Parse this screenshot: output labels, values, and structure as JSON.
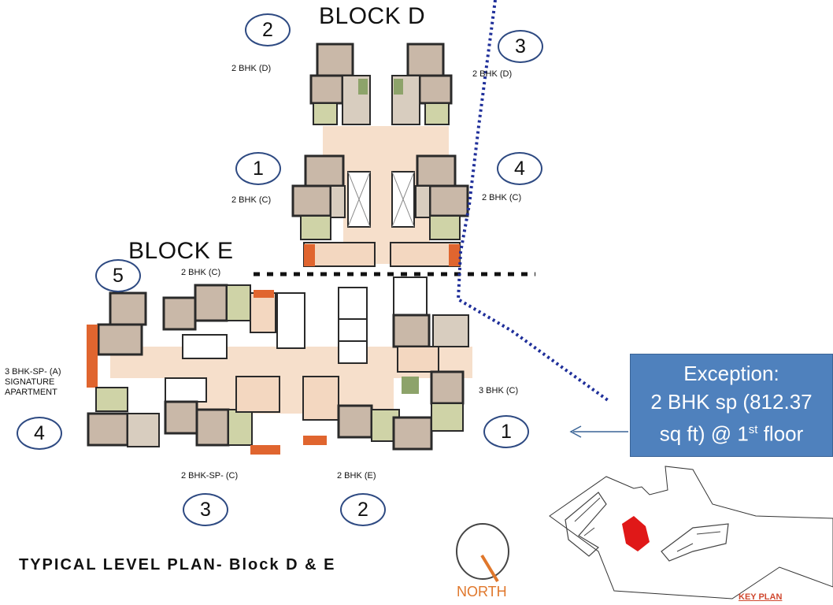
{
  "blocks": {
    "d_title": "BLOCK D",
    "e_title": "BLOCK E"
  },
  "unit_labels": {
    "d_top_left": "2 BHK (D)",
    "d_top_right": "2 BHK (D)",
    "d_mid_left": "2 BHK (C)",
    "d_mid_right": "2 BHK (C)",
    "e_top": "2 BHK (C)",
    "e_right": "3 BHK (C)",
    "e_left": "3 BHK-SP- (A) SIGNATURE APARTMENT",
    "e_bottom_left": "2 BHK-SP- (C)",
    "e_bottom_right": "2 BHK (E)"
  },
  "unit_numbers": {
    "d_top_left": "2",
    "d_top_right": "3",
    "d_mid_left": "1",
    "d_mid_right": "4",
    "e_top": "5",
    "e_left": "4",
    "e_right": "1",
    "e_bottom_left": "3",
    "e_bottom_right": "2"
  },
  "plan_title": "TYPICAL LEVEL PLAN- Block D & E",
  "callout": {
    "line1": "Exception:",
    "line2": "2 BHK sp (812.37",
    "line3": "sq ft) @ 1",
    "line3_sup": "st",
    "line3_end": " floor"
  },
  "north_label": "NORTH",
  "key_plan_label": "KEY PLAN",
  "colors": {
    "room_fill": "#c9b8a8",
    "corridor_fill": "#f6dfcb",
    "wall": "#2a2a2a",
    "accent_orange": "#e0652f",
    "toilet_green": "#8da36a",
    "circle_stroke": "#2e4a82",
    "callout_fill": "#4f81bd",
    "dotted_blue": "#1f2f9a",
    "key_red": "#e01818"
  }
}
